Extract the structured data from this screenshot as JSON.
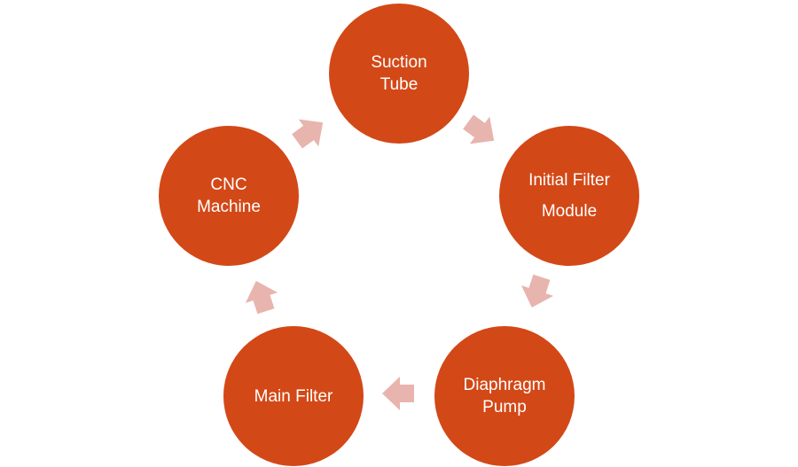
{
  "colors": {
    "node_fill": "#D34817",
    "arrow_fill": "#E8B4AE",
    "text": "#FFFFFF",
    "background": "#FFFFFF"
  },
  "nodes": [
    {
      "id": "suction-tube",
      "lines": [
        "Suction",
        "Tube"
      ]
    },
    {
      "id": "initial-filter-module",
      "lines": [
        "Initial Filter",
        "Module"
      ]
    },
    {
      "id": "diaphragm-pump",
      "lines": [
        "Diaphragm",
        "Pump"
      ]
    },
    {
      "id": "main-filter",
      "lines": [
        "Main Filter"
      ]
    },
    {
      "id": "cnc-machine",
      "lines": [
        "CNC",
        "Machine"
      ]
    }
  ],
  "arrows": [
    {
      "from": "suction-tube",
      "to": "initial-filter-module"
    },
    {
      "from": "initial-filter-module",
      "to": "diaphragm-pump"
    },
    {
      "from": "diaphragm-pump",
      "to": "main-filter"
    },
    {
      "from": "main-filter",
      "to": "cnc-machine"
    },
    {
      "from": "cnc-machine",
      "to": "suction-tube"
    }
  ]
}
